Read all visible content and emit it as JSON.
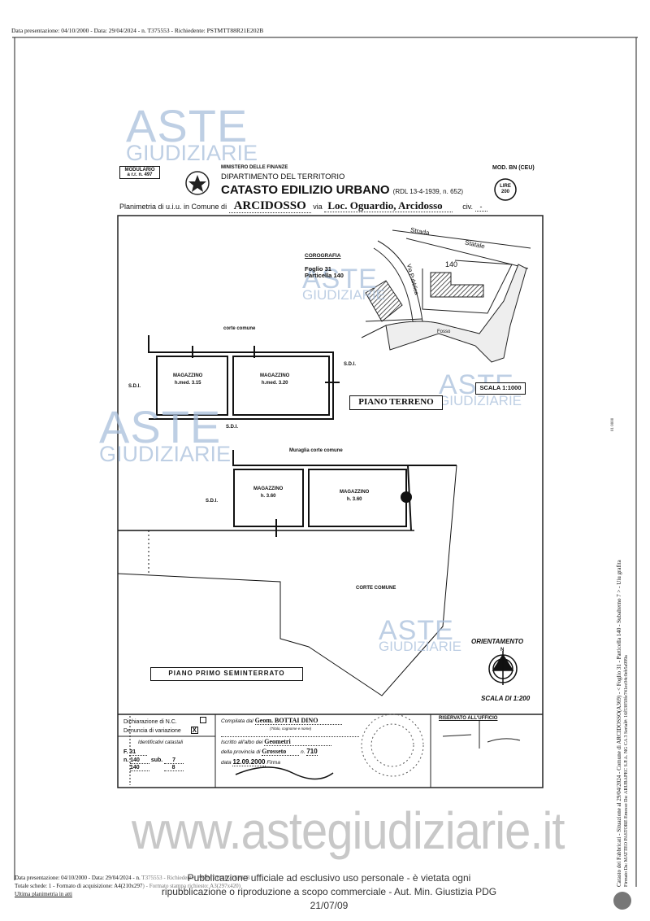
{
  "header_line": "Data presentazione: 04/10/2000 - Data: 29/04/2024 - n. T375553 - Richiedente: PSTMTT88R21E202B",
  "watermark": {
    "aste": "ASTE",
    "giudiziarie": "GIUDIZIARIE",
    "site": "www.astegiudiziarie.it",
    "notice_1": "Pubblicazione ufficiale ad esclusivo uso personale - è vietata ogni",
    "notice_2": "ripubblicazione o riproduzione a scopo commerciale - Aut. Min. Giustizia PDG 21/07/09"
  },
  "form": {
    "modulario_1": "MODULARIO",
    "modulario_2": "a r.r. n. 497",
    "ministry": "MINISTERO DELLE FINANZE",
    "department": "DIPARTIMENTO DEL TERRITORIO",
    "title": "CATASTO EDILIZIO URBANO",
    "law": "(RDL 13-4-1939, n. 652)",
    "model": "MOD. BN (CEU)",
    "lire_label": "LIRE",
    "lire_value": "200",
    "plan_prefix": "Planimetria di u.i.u. in Comune di",
    "comune": "ARCIDOSSO",
    "via_label": "via",
    "via": "Loc. Oguardio, Arcidosso",
    "civ_label": "civ.",
    "civ": "-"
  },
  "corografia": {
    "title": "COROGRAFIA",
    "foglio": "Foglio   31",
    "particella": "Particella 140",
    "road_1": "Strada",
    "road_2": "Statale",
    "lot": "140",
    "via_pubblica": "Via Pubblica",
    "fosso": "Fosso",
    "scale": "SCALA 1:1000"
  },
  "ground_floor": {
    "label": "PIANO TERRENO",
    "top_note": "corte comune",
    "room_1": "MAGAZZINO",
    "room_1_h": "h.med. 3.15",
    "room_2": "MAGAZZINO",
    "room_2_h": "h.med. 3.20",
    "sdi_left": "S.D.I.",
    "sdi_right": "S.D.I.",
    "sdi_bottom": "S.D.I."
  },
  "basement": {
    "label": "PIANO PRIMO SEMINTERRATO",
    "top_note": "Muraglia corte comune",
    "room_1": "MAGAZZINO",
    "room_1_h": "h. 3.60",
    "room_2": "MAGAZZINO",
    "room_2_h": "h. 3.60",
    "sdi": "S.D.I.",
    "yard": "CORTE COMUNE"
  },
  "orientation": {
    "label": "ORIENTAMENTO",
    "north": "N",
    "scale": "SCALA DI 1:200"
  },
  "footer_form": {
    "dich_nc": "Dichiarazione di N.C.",
    "denuncia": "Denuncia di variazione",
    "denuncia_mark": "X",
    "ident_title": "Identificativi catastali",
    "f_label": "F.",
    "f": "31",
    "n_label": "n.",
    "n1": "140",
    "sub_label": "sub.",
    "sub1": "7",
    "n2": "140",
    "sub2": "8",
    "compilata_label": "Compilata dal",
    "compilata": "Geom. BOTTAI DINO",
    "compilata_note": "(Titolo, cognome e nome)",
    "albo_label": "Iscritto all'albo dei",
    "albo": "Geometri",
    "prov_label": "della provincia di",
    "prov": "Grosseto",
    "num_label": "n.",
    "num": "710",
    "date_label": "data",
    "date": "12.09.2000",
    "firma_label": "Firma",
    "ufficio": "RISERVATO ALL'UFFICIO"
  },
  "footer_lines": [
    "Data presentazione: 04/10/2000 - Data: 29/04/2024 - n. T375553 - Richiedente: PSTMTT88R21E202B",
    "Totale schede: 1 - Formato di acquisizione: A4(210x297) - Formato stampa richiesto: A3(297x420)",
    "Ultima planimetria in atti"
  ],
  "side_text_1": "Catasto dei Fabbricati - Situazione al 29/04/2024 - Comune di ARCIDOSSO(A369) - < Foglio 31 - Particella 140 - Subalterno 7 > - Uiu grafita",
  "side_text_2": "Firmato Da: MATTEO PASTORE Emesso Da: ARUBAPEC S.P.A. NG CA 3 Serial#: 16f53050fe741ec04c0eb5a999a",
  "side_code": "01 0000"
}
